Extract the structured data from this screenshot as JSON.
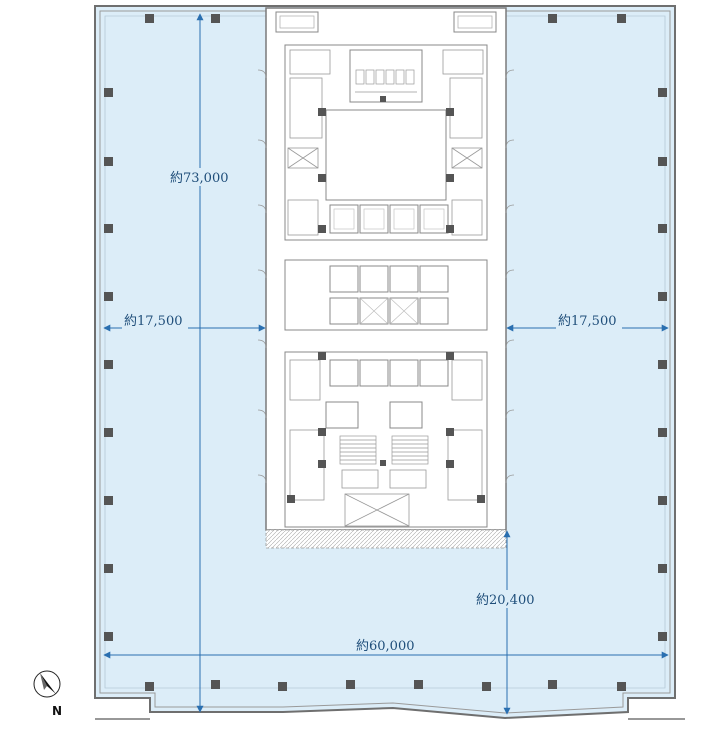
{
  "floor_plan": {
    "colors": {
      "floor_fill": "#dcedf8",
      "wall": "#777777",
      "core_fill": "#ffffff",
      "column": "#555555",
      "dimension_line": "#2a6fb0",
      "dimension_text": "#1f4e7a"
    },
    "dimensions": {
      "total_depth": "約73,000",
      "west_span": "約17,500",
      "east_span": "約17,500",
      "south_span": "約20,400",
      "total_width": "約60,000"
    },
    "north_arrow": {
      "label": "N",
      "icon": "north-arrow-icon"
    }
  }
}
